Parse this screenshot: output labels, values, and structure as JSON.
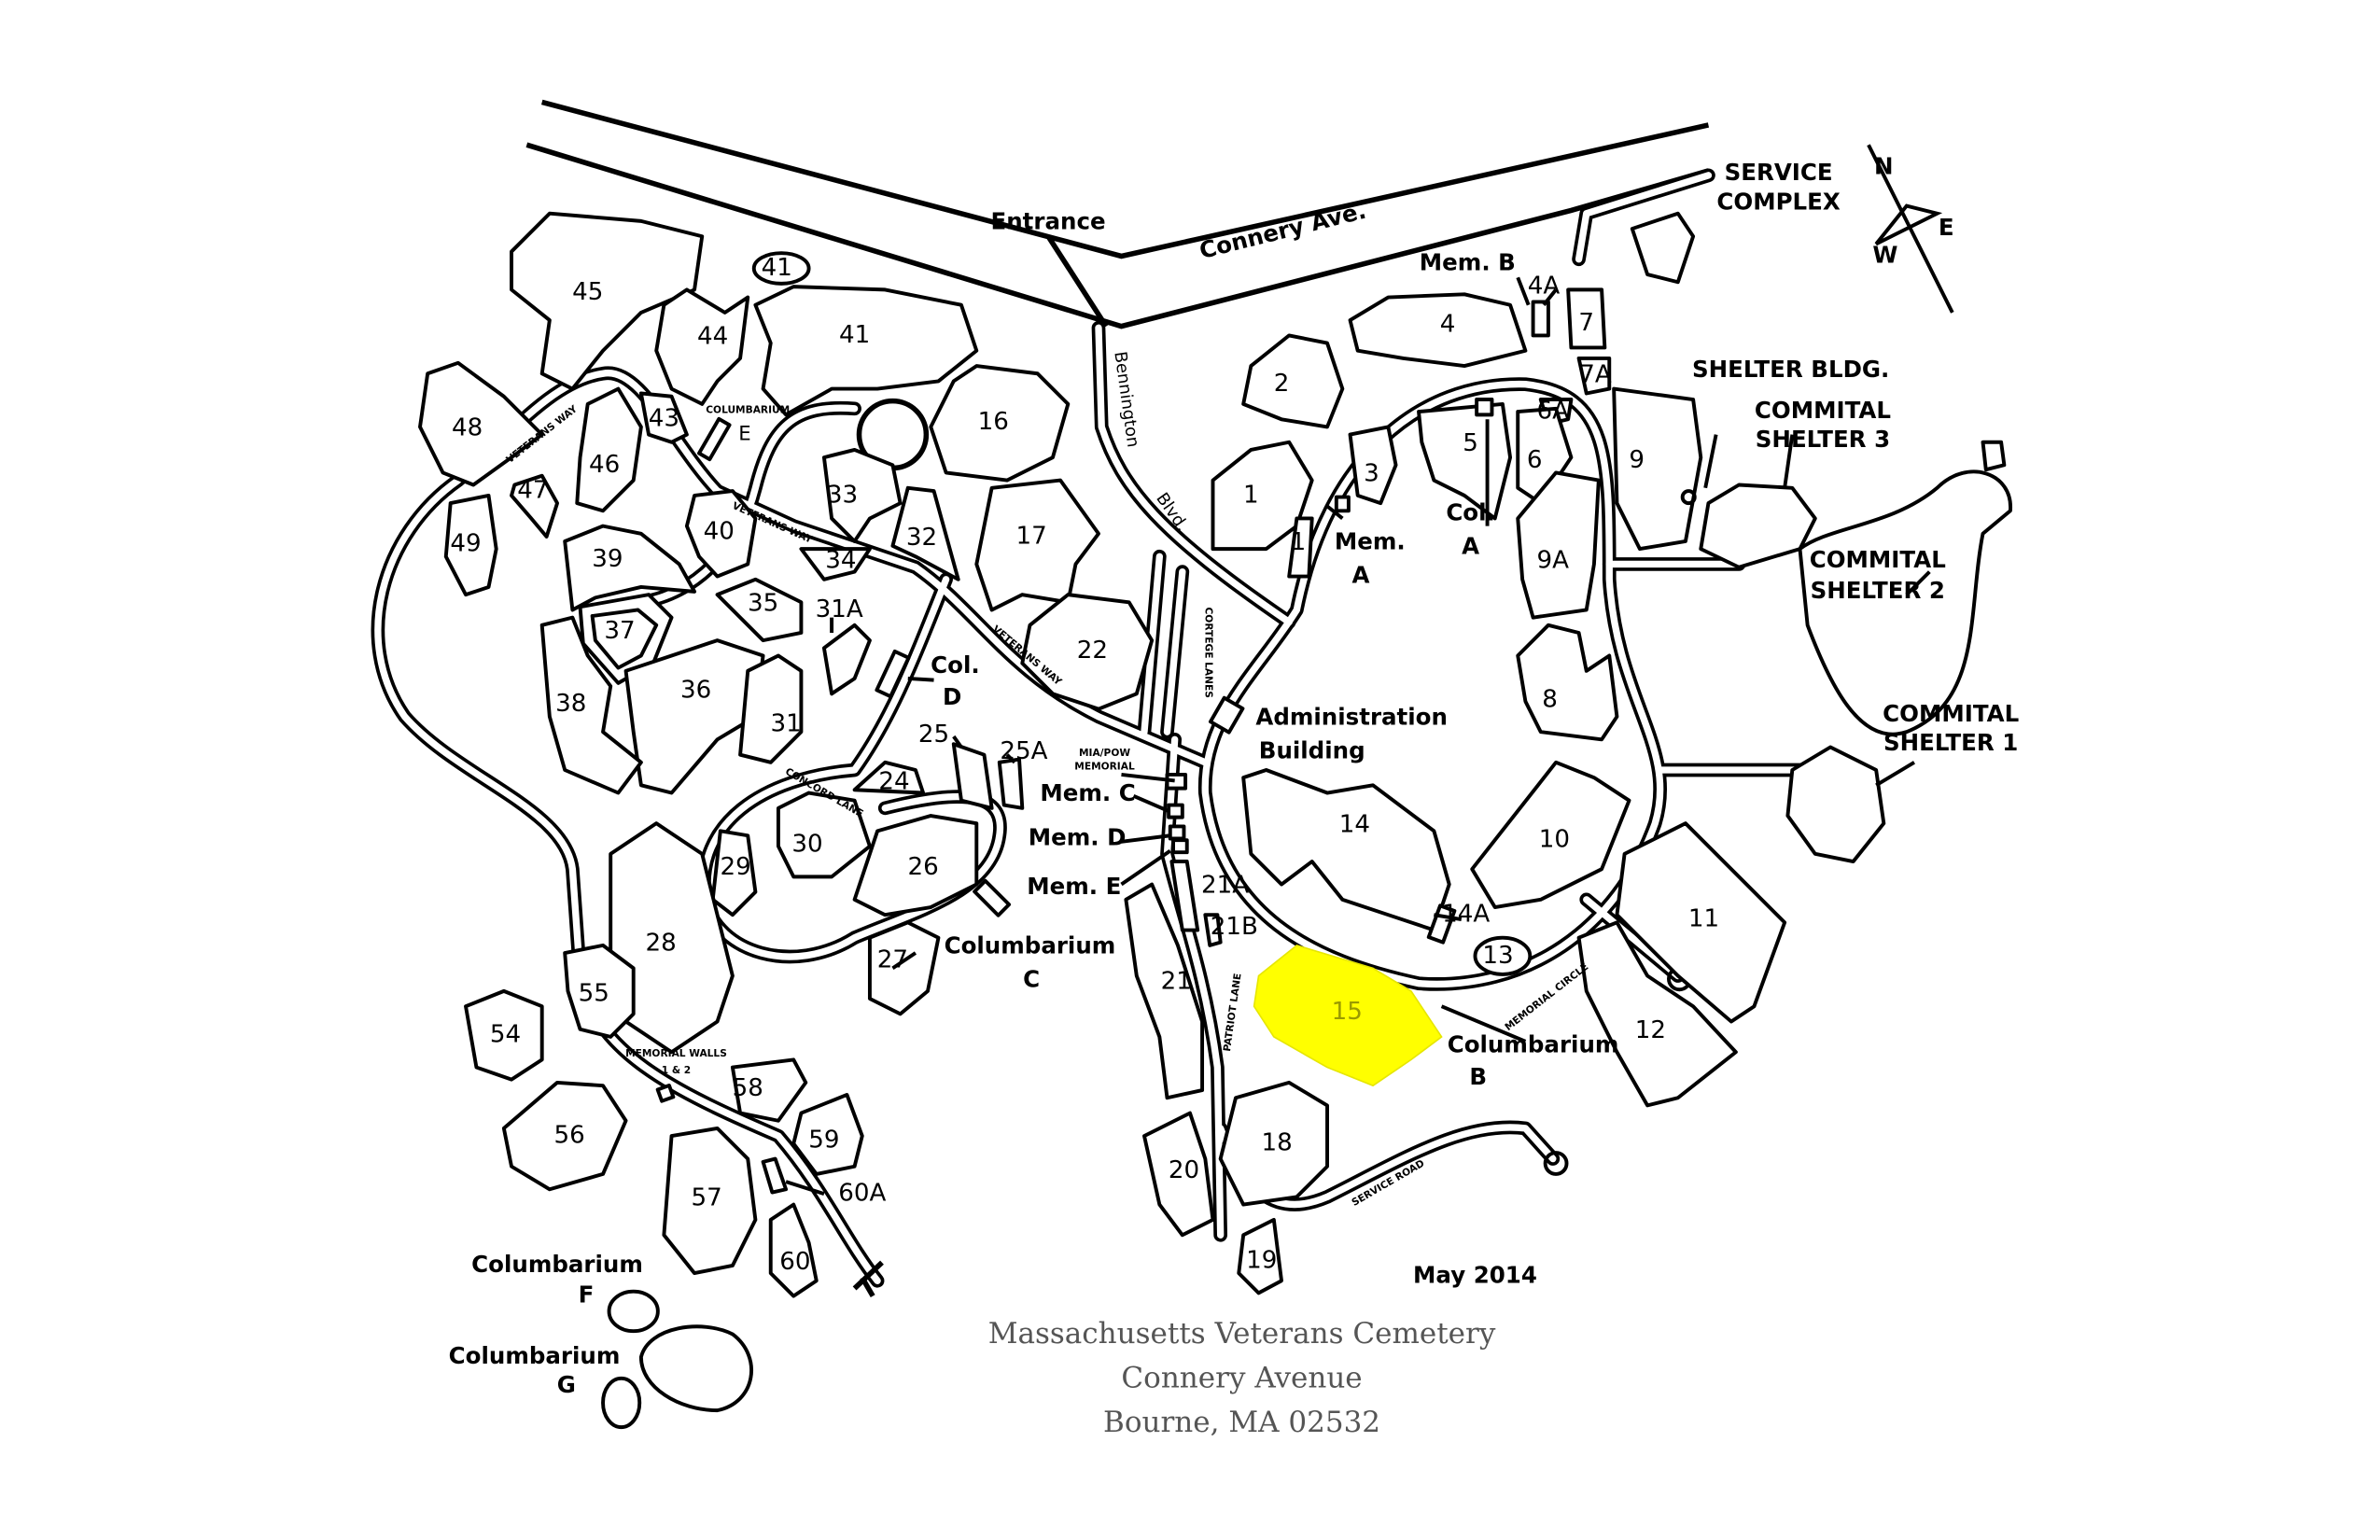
{
  "map": {
    "title_lines": [
      "Massachusetts Veterans Cemetery",
      "Connery Avenue",
      "Bourne, MA 02532"
    ],
    "date": "May 2014",
    "highlighted_section": "15",
    "highlight_color": "#ffff00",
    "compass": {
      "n": "N",
      "w": "W",
      "e": "E"
    },
    "roads": {
      "connery": "Connery Ave.",
      "bennington_1": "Bennington",
      "bennington_2": "Blvd.",
      "veterans_way": "VETERANS WAY",
      "concord": "CONCORD LANE",
      "cortege": "CORTEGE LANES",
      "patriot": "PATRIOT LANE",
      "memorial_circle": "MEMORIAL CIRCLE",
      "service_road": "SERVICE ROAD"
    },
    "landmarks": {
      "entrance": "Entrance",
      "service_complex": [
        "SERVICE",
        "COMPLEX"
      ],
      "mem_b": "Mem. B",
      "shelter_bldg": "SHELTER BLDG.",
      "shelter_3": [
        "COMMITAL",
        "SHELTER 3"
      ],
      "shelter_2": [
        "COMMITAL",
        "SHELTER 2"
      ],
      "shelter_1": [
        "COMMITAL",
        "SHELTER 1"
      ],
      "col_a": [
        "Col.",
        "A"
      ],
      "mem_a": [
        "Mem.",
        "A"
      ],
      "col_d": [
        "Col.",
        "D"
      ],
      "admin": [
        "Administration",
        "Building"
      ],
      "mia_pow": [
        "MIA/POW",
        "MEMORIAL"
      ],
      "mem_c": "Mem. C",
      "mem_d": "Mem. D",
      "mem_e": "Mem. E",
      "col_c": [
        "Columbarium",
        "C"
      ],
      "col_b": [
        "Columbarium",
        "B"
      ],
      "col_e": [
        "COLUMBARIUM",
        "E"
      ],
      "memorial_walls": [
        "MEMORIAL WALLS",
        "1 & 2"
      ],
      "col_f": [
        "Columbarium",
        "F"
      ],
      "col_g": [
        "Columbarium",
        "G"
      ]
    },
    "sections": [
      "45",
      "41",
      "44",
      "41",
      "48",
      "43",
      "46",
      "47",
      "49",
      "16",
      "33",
      "32",
      "34",
      "40",
      "39",
      "17",
      "35",
      "31A",
      "37",
      "22",
      "36",
      "38",
      "31",
      "25",
      "25A",
      "24",
      "30",
      "29",
      "26",
      "28",
      "27",
      "55",
      "54",
      "58",
      "56",
      "59",
      "57",
      "60",
      "60A",
      "2",
      "4",
      "4A",
      "7",
      "7A",
      "6A",
      "5",
      "6",
      "9",
      "3",
      "1",
      "1",
      "9A",
      "8",
      "14",
      "10",
      "11",
      "14A",
      "13",
      "15",
      "12",
      "21A",
      "21B",
      "21",
      "18",
      "20",
      "19"
    ]
  }
}
